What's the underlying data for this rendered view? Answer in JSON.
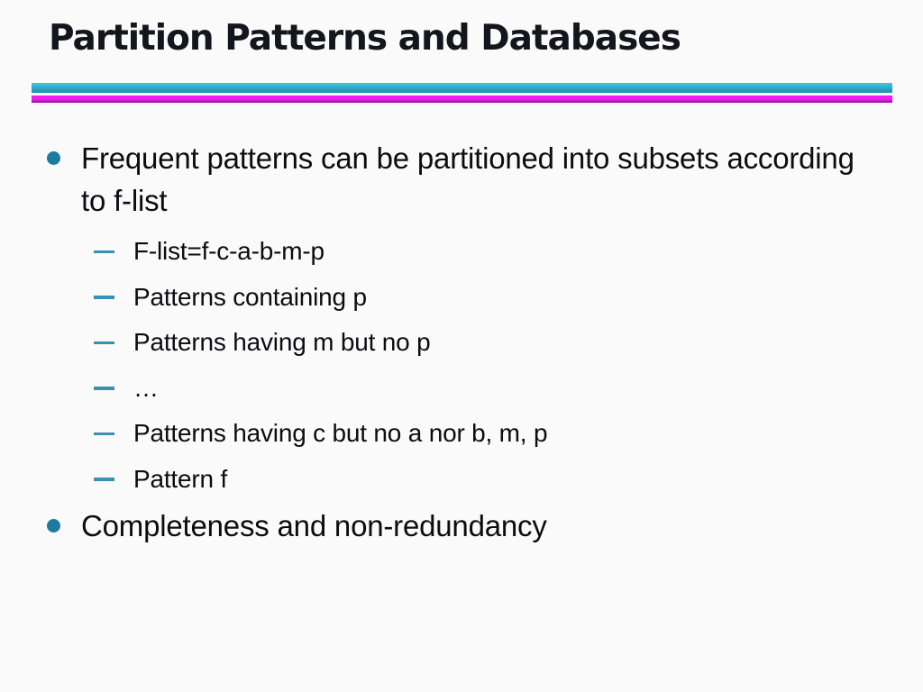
{
  "slide": {
    "title": "Partition Patterns and Databases",
    "bullets": [
      {
        "text": "Frequent patterns can be partitioned into subsets according to f-list",
        "sub_items": [
          "F-list=f-c-a-b-m-p",
          "Patterns containing p",
          "Patterns having m but no p",
          "…",
          "Patterns having c but no a nor b, m, p",
          "Pattern f"
        ]
      },
      {
        "text": "Completeness and non-redundancy",
        "sub_items": []
      }
    ],
    "colors": {
      "background": "#fafafa",
      "title_text": "#15151d",
      "body_text": "#0d0d10",
      "accent_bullet": "#1e7ba0",
      "accent_dash": "#3a8fb2",
      "rule_cyan_top": "#45c4e0",
      "rule_cyan_bottom": "#1b8fb4",
      "rule_magenta_top": "#ee1cee",
      "rule_magenta_bottom": "#8d0d92"
    }
  }
}
